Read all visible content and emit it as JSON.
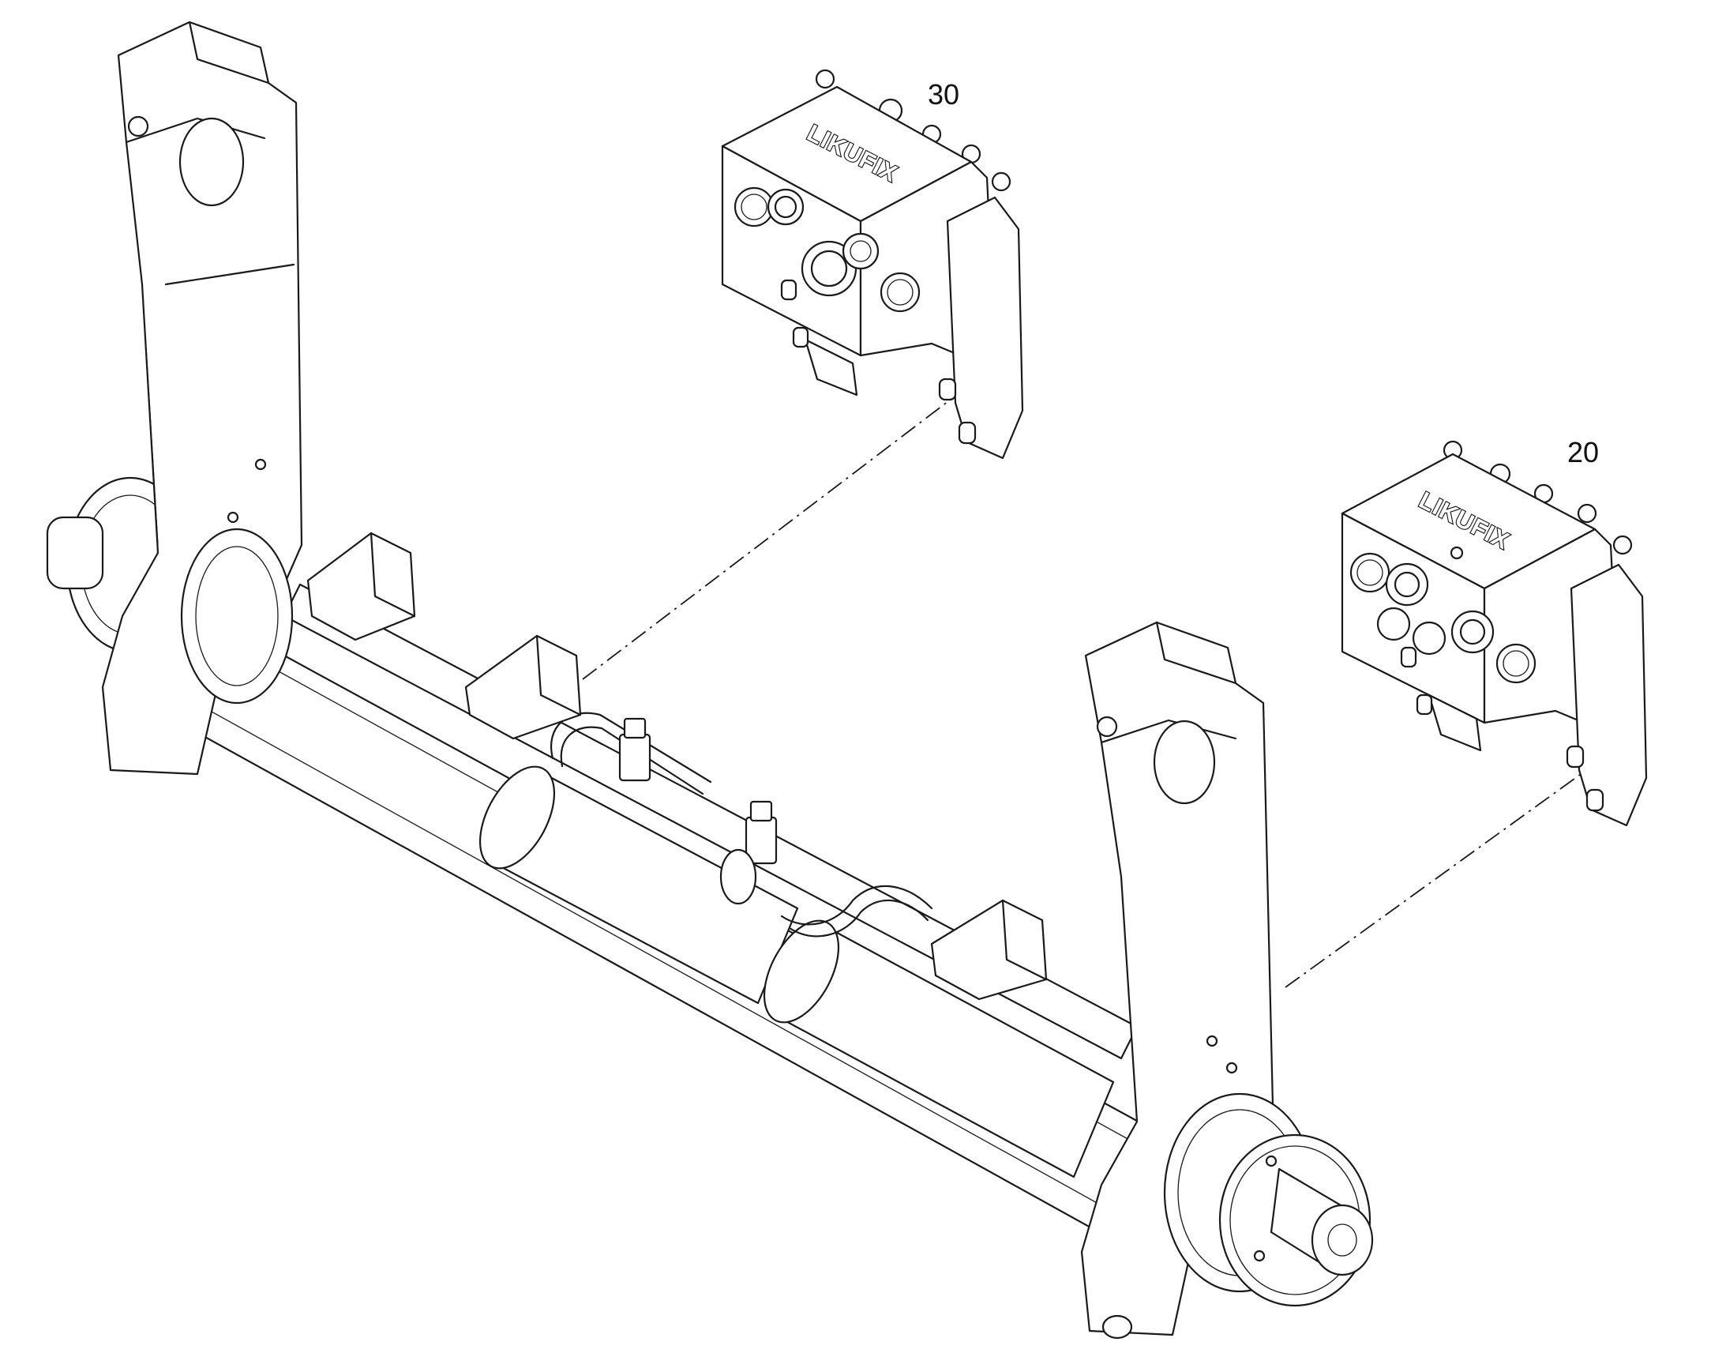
{
  "callouts": [
    {
      "label": "30"
    },
    {
      "label": "20"
    }
  ],
  "coupler_brand": "LIKUFIX",
  "colors": {
    "line": "#1a1a1a",
    "background": "#ffffff"
  }
}
